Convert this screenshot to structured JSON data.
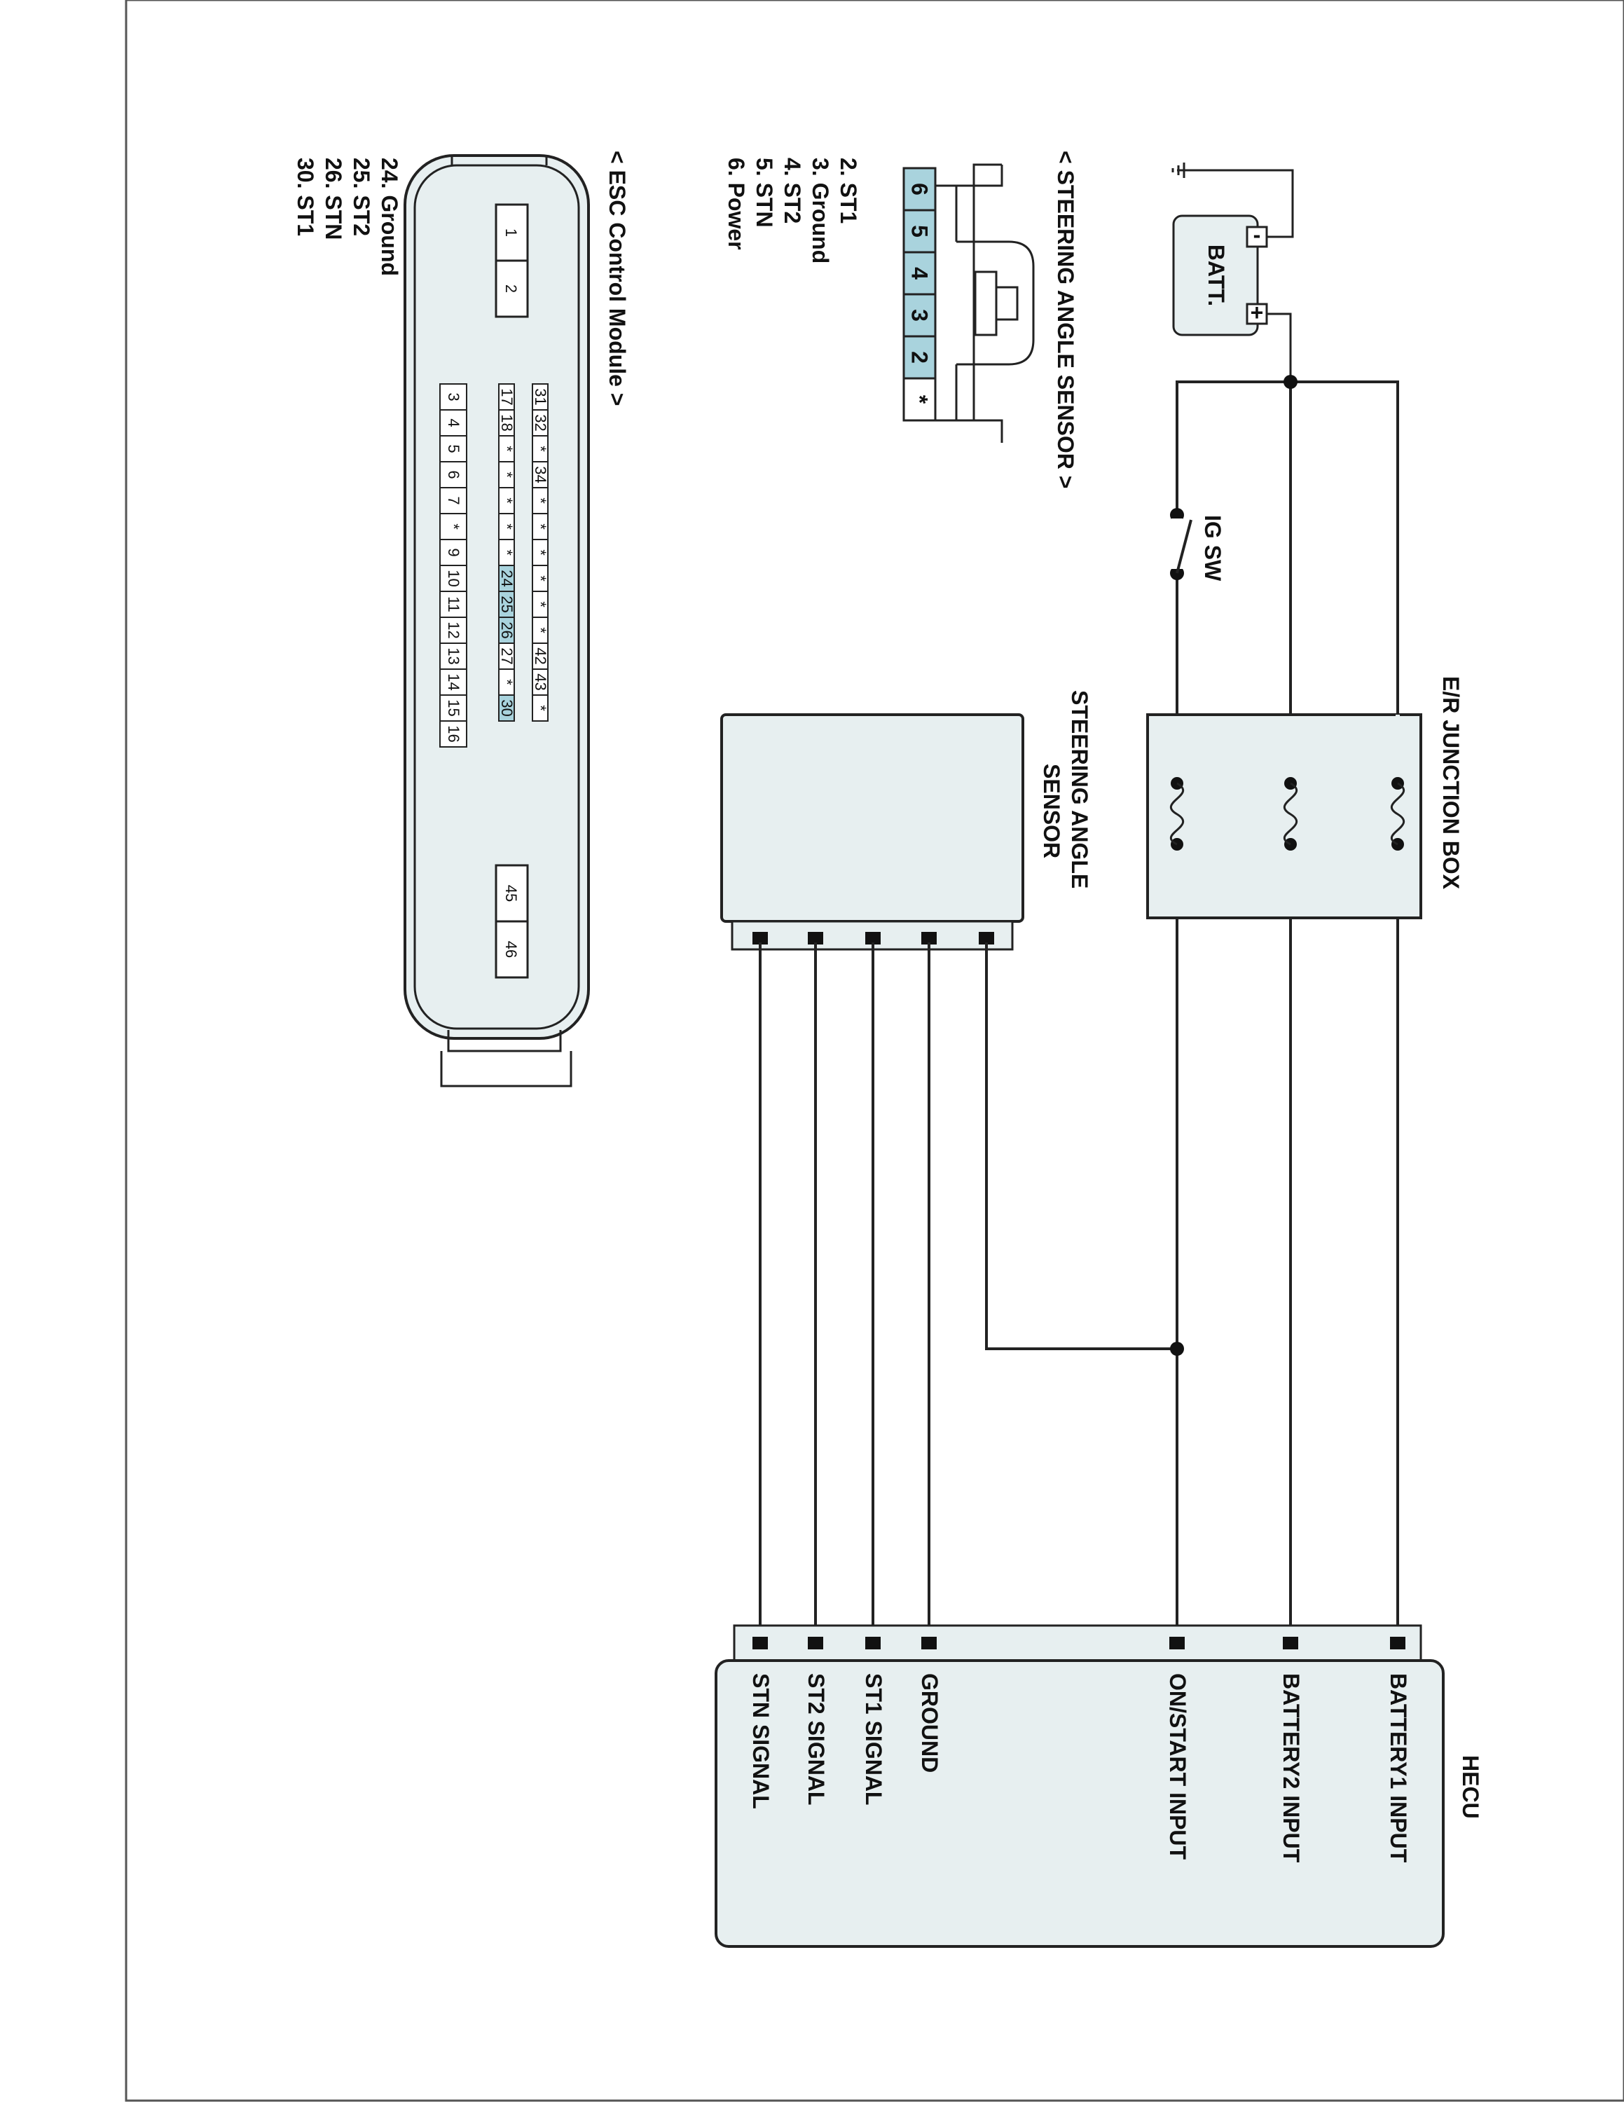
{
  "colors": {
    "box_fill": "#e7eff0",
    "pin_highlight": "#a9d3dd",
    "line": "#222222",
    "frame": "#555555"
  },
  "hecu": {
    "title": "HECU",
    "pins": [
      "BATTERY1 INPUT",
      "BATTERY2 INPUT",
      "ON/START INPUT",
      "GROUND",
      "ST1 SIGNAL",
      "ST2 SIGNAL",
      "STN SIGNAL"
    ]
  },
  "junction_box": {
    "title": "E/R JUNCTION BOX"
  },
  "battery": {
    "label": "BATT.",
    "minus": "-",
    "plus": "+"
  },
  "ig_switch": {
    "label": "IG SW"
  },
  "sas_block": {
    "title_line1": "STEERING ANGLE",
    "title_line2": "SENSOR"
  },
  "sas_connector": {
    "title": "< STEERING ANGLE SENSOR >",
    "pins": [
      "6",
      "5",
      "4",
      "3",
      "2",
      "*"
    ],
    "legend": [
      "2. ST1",
      "3. Ground",
      "4. ST2",
      "5. STN",
      "6. Power"
    ]
  },
  "esc_connector": {
    "title": "< ESC Control Module >",
    "legend": [
      "24. Ground",
      "25. ST2",
      "26. STN",
      "30. ST1"
    ],
    "left_pins": [
      "1",
      "2"
    ],
    "right_pins": [
      "45",
      "46"
    ],
    "rows": [
      [
        "31",
        "32",
        "*",
        "34",
        "*",
        "*",
        "*",
        "*",
        "*",
        "*",
        "42",
        "43",
        "*"
      ],
      [
        "17",
        "18",
        "*",
        "*",
        "*",
        "*",
        "*",
        "24",
        "25",
        "26",
        "27",
        "*",
        "30"
      ],
      [
        "3",
        "4",
        "5",
        "6",
        "7",
        "*",
        "9",
        "10",
        "11",
        "12",
        "13",
        "14",
        "15",
        "16"
      ]
    ],
    "highlighted": [
      "24",
      "25",
      "26",
      "30"
    ]
  }
}
